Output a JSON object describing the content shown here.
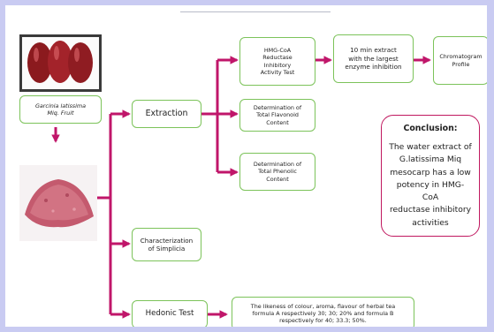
{
  "fruit_label": "Garcinia latissima\nMiq. Fruit",
  "extraction": "Extraction",
  "hmg_test": "HMG-CoA\nReductase\nInhibitory\nActivity Test",
  "ten_min": "10 min extract\nwith the largest\nenzyme inhibition",
  "chromatogram": "Chromatogram\nProfile",
  "flavonoid": "Determination of\nTotal Flavonoid\nContent",
  "phenolic": "Determination of\nTotal Phenolic\nContent",
  "characterization": "Characterization\nof Simplicia",
  "hedonic": "Hedonic Test",
  "likeness": "The likeness of colour, aroma, flavour of herbal tea\nformula A respectively 30; 30; 20% and formula B\nrespectively for 40; 33.3; 50%.",
  "conclusion_title": "Conclusion:",
  "conclusion_text": "The water extract of\nG.latissima Miq\nmesocarp has a low\npotency in HMG-CoA\nreductase inhibitory\nactivities",
  "colors": {
    "arrow": "#c0166a",
    "box_border": "#7cc35a",
    "frame": "#c9cbf2",
    "conclusion_border": "#c0185f"
  }
}
